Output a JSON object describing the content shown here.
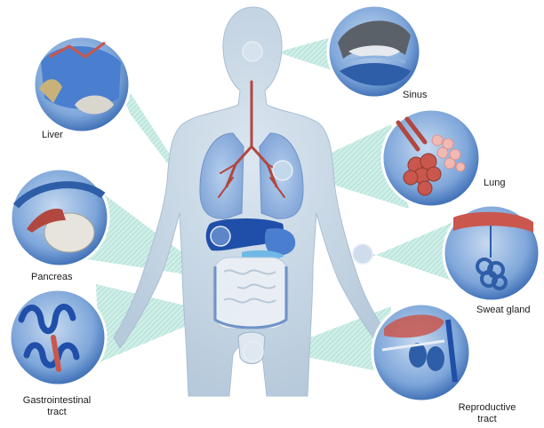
{
  "labels": {
    "sinus": "Sinus",
    "lung": "Lung",
    "sweat_gland": "Sweat gland",
    "reproductive_line1": "Reproductive",
    "reproductive_line2": "tract",
    "gastro_line1": "Gastrointestinal",
    "gastro_line2": "tract",
    "pancreas": "Pancreas",
    "liver": "Liver"
  },
  "colors": {
    "body_fill": "#c9d8e6",
    "body_edge": "#a9bfd3",
    "beam": "#9fdccf",
    "lung_fill": "#8fb3de",
    "airway": "#b1473f",
    "liver": "#1f4fa8",
    "intestine": "#e9eef4",
    "callout_ring": "#3f6fb6",
    "callout_bg": "#6d9ad3"
  },
  "icons": [
    "sinus-icon",
    "lung-icon",
    "sweat-gland-icon",
    "reproductive-icon",
    "gastrointestinal-icon",
    "pancreas-icon",
    "liver-icon"
  ]
}
